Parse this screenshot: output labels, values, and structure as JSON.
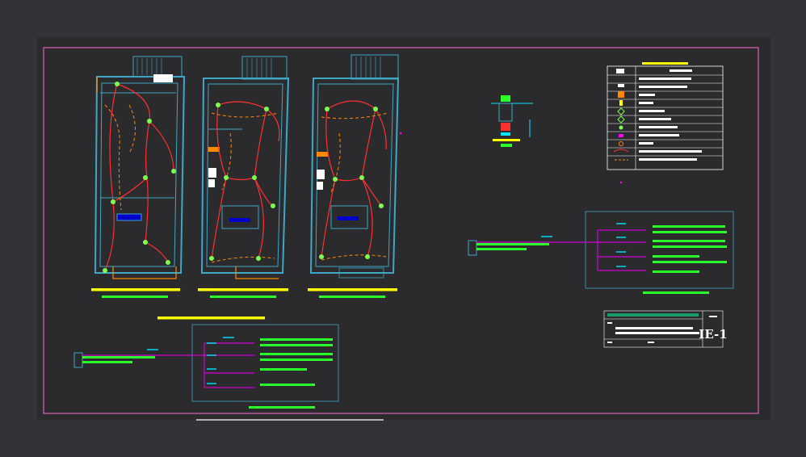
{
  "drawing": {
    "sheet_code": "IE-1",
    "colors": {
      "background": "#333337",
      "sheet": "#2b2b2e",
      "border": "#ff6fd0",
      "walls": "#3fa7c6",
      "circuits": "#ff3030",
      "dashed_circuits": "#ff8a00",
      "fixtures": "#7dff50",
      "feeder": "#d400d4",
      "label_green": "#2bff2b",
      "label_yellow": "#ffff00",
      "cyan_text": "#00e5ff",
      "white": "#ffffff"
    },
    "plans": [
      {
        "name": "plan-floor-1"
      },
      {
        "name": "plan-floor-2"
      },
      {
        "name": "plan-floor-3"
      }
    ],
    "icons": [
      "legend-table",
      "single-line-diagram",
      "meter-detail",
      "title-block"
    ]
  }
}
